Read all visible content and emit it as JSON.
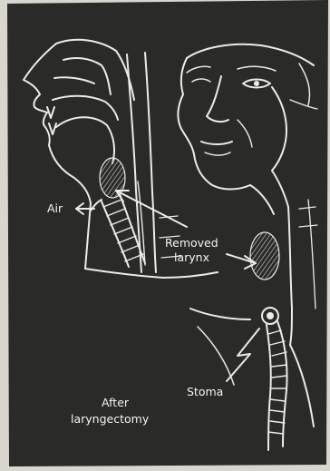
{
  "colors": {
    "background": "#2a2a28",
    "paper": "#d9d6cf",
    "line": "#ecece6",
    "hatch": "#bdbdb5"
  },
  "labels": {
    "air": "Air",
    "removed": "Removed",
    "larynx": "larynx",
    "stoma": "Stoma",
    "after": "After",
    "laryngectomy": "laryngectomy"
  }
}
